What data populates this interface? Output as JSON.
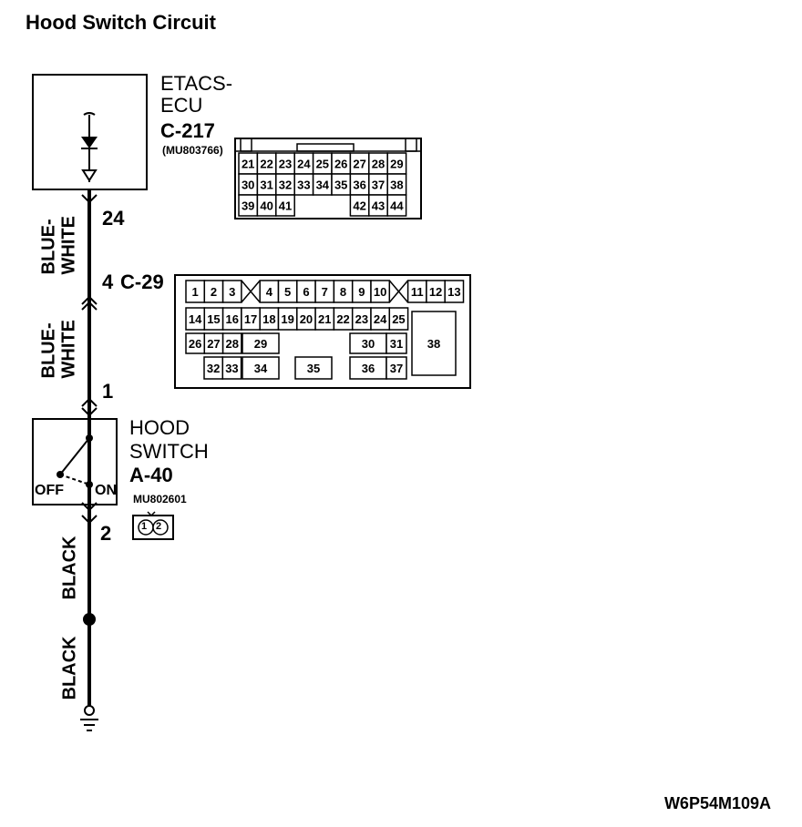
{
  "title": "Hood Switch Circuit",
  "etacs": {
    "name_line1": "ETACS-",
    "name_line2": "ECU",
    "connector": "C-217",
    "part": "(MU803766)",
    "pin": "24",
    "rows": [
      [
        "21",
        "22",
        "23",
        "24",
        "25",
        "26",
        "27",
        "28",
        "29"
      ],
      [
        "30",
        "31",
        "32",
        "33",
        "34",
        "35",
        "36",
        "37",
        "38"
      ],
      [
        "39",
        "40",
        "41",
        "",
        "",
        "",
        "42",
        "43",
        "44"
      ]
    ]
  },
  "wire1": {
    "color": "BLUE-WHITE",
    "line1": "BLUE-",
    "line2": "WHITE"
  },
  "joint": {
    "pin": "4",
    "connector": "C-29"
  },
  "c29": {
    "row1": [
      "1",
      "2",
      "3",
      "",
      "4",
      "5",
      "6",
      "7",
      "8",
      "9",
      "10",
      "",
      "11",
      "12",
      "13"
    ],
    "row2": [
      "14",
      "15",
      "16",
      "17",
      "18",
      "19",
      "20",
      "21",
      "22",
      "23",
      "24",
      "25"
    ],
    "row3_left": [
      "26",
      "27",
      "28"
    ],
    "row3_29": "29",
    "row3_30": "30",
    "row3_31": "31",
    "pin38": "38",
    "row4_left": [
      "32",
      "33"
    ],
    "row4_34": "34",
    "row4_35": "35",
    "row4_36": "36",
    "row4_37": "37"
  },
  "wire2": {
    "color": "BLUE-WHITE",
    "line1": "BLUE-",
    "line2": "WHITE",
    "pin": "1"
  },
  "hood": {
    "name_line1": "HOOD",
    "name_line2": "SWITCH",
    "connector": "A-40",
    "part": "MU802601",
    "off": "OFF",
    "on": "ON",
    "pin": "2",
    "pins": [
      "1",
      "2"
    ]
  },
  "wire3": {
    "color": "BLACK"
  },
  "wire4": {
    "color": "BLACK"
  },
  "figure_code": "W6P54M109A"
}
